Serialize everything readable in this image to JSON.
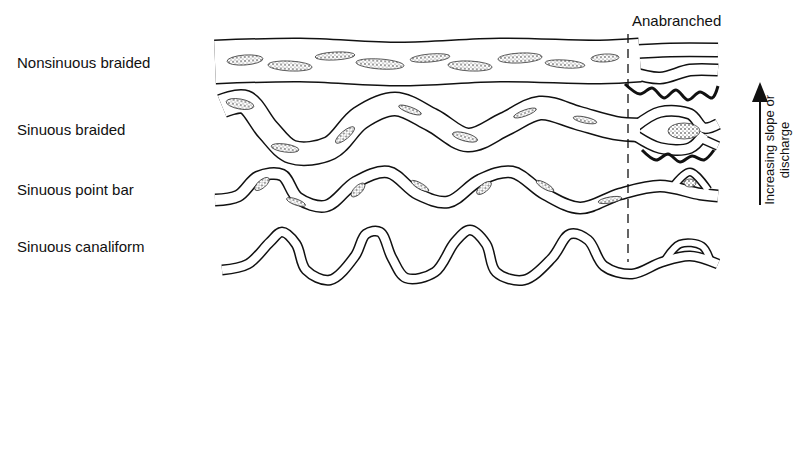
{
  "diagram": {
    "labels": [
      "Nonsinuous braided",
      "Sinuous braided",
      "Sinuous point bar",
      "Sinuous canaliform",
      "Anabranched",
      "Increasing slope or discharge"
    ]
  }
}
